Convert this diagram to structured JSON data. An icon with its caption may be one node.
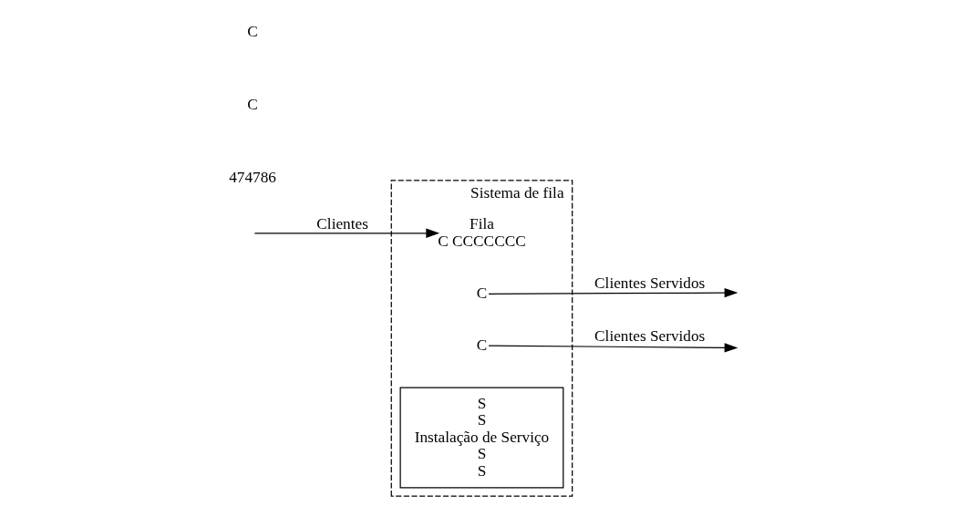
{
  "diagram": {
    "nodes": [
      {
        "text": [
          "Sistema de fila"
        ]
      },
      {
        "text": [
          "Fila",
          "C CCCCCCC"
        ],
        "in": 0
      },
      {
        "text": [
          "C"
        ],
        "in": 0
      },
      {
        "text": [
          "C"
        ],
        "in": 0
      },
      {
        "text": [
          "S",
          "S",
          "Instalação de Serviço",
          "S",
          "S"
        ],
        "in": 0
      }
    ],
    "edges": [
      {
        "from": null,
        "to": 1,
        "arrow": "to",
        "label": "Clientes"
      },
      {
        "from": 2,
        "to": null,
        "arrow": "to",
        "label": "Clientes Servidos"
      },
      {
        "from": 3,
        "to": null,
        "arrow": "to",
        "label": "Clientes Servidos"
      }
    ],
    "labels": [
      "474786",
      "C",
      "C"
    ]
  }
}
